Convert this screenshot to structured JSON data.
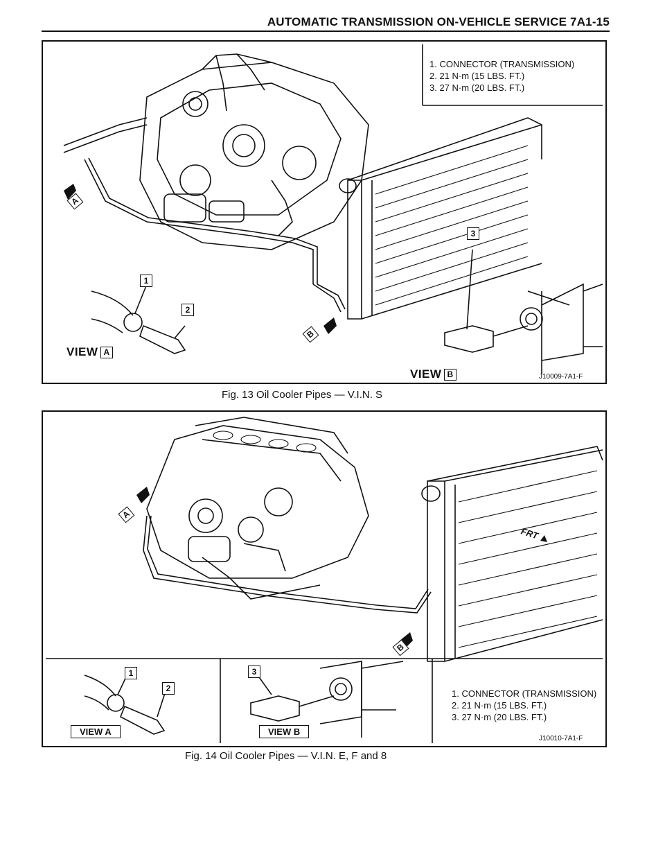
{
  "header": {
    "title": "AUTOMATIC TRANSMISSION ON-VEHICLE SERVICE 7A1-15"
  },
  "fig13": {
    "legend": [
      "1. CONNECTOR (TRANSMISSION)",
      "2. 21 N·m (15 LBS. FT.)",
      "3. 27 N·m (20 LBS. FT.)"
    ],
    "callouts": [
      "1",
      "2",
      "3"
    ],
    "view_a_word": "VIEW",
    "view_a_letter": "A",
    "view_b_word": "VIEW",
    "view_b_letter": "B",
    "arrow_a_letter": "A",
    "arrow_b_letter": "B",
    "code": "J10009-7A1-F",
    "caption": "Fig. 13 Oil Cooler Pipes — V.I.N. S"
  },
  "fig14": {
    "legend": [
      "1. CONNECTOR (TRANSMISSION)",
      "2. 21 N·m (15 LBS. FT.)",
      "3. 27 N·m (20 LBS. FT.)"
    ],
    "callouts": [
      "1",
      "2",
      "3"
    ],
    "view_a": "VIEW A",
    "view_b": "VIEW B",
    "arrow_a_letter": "A",
    "arrow_b_letter": "B",
    "frt": "FRT",
    "code": "J10010-7A1-F",
    "caption": "Fig. 14 Oil Cooler Pipes — V.I.N. E, F and 8"
  }
}
